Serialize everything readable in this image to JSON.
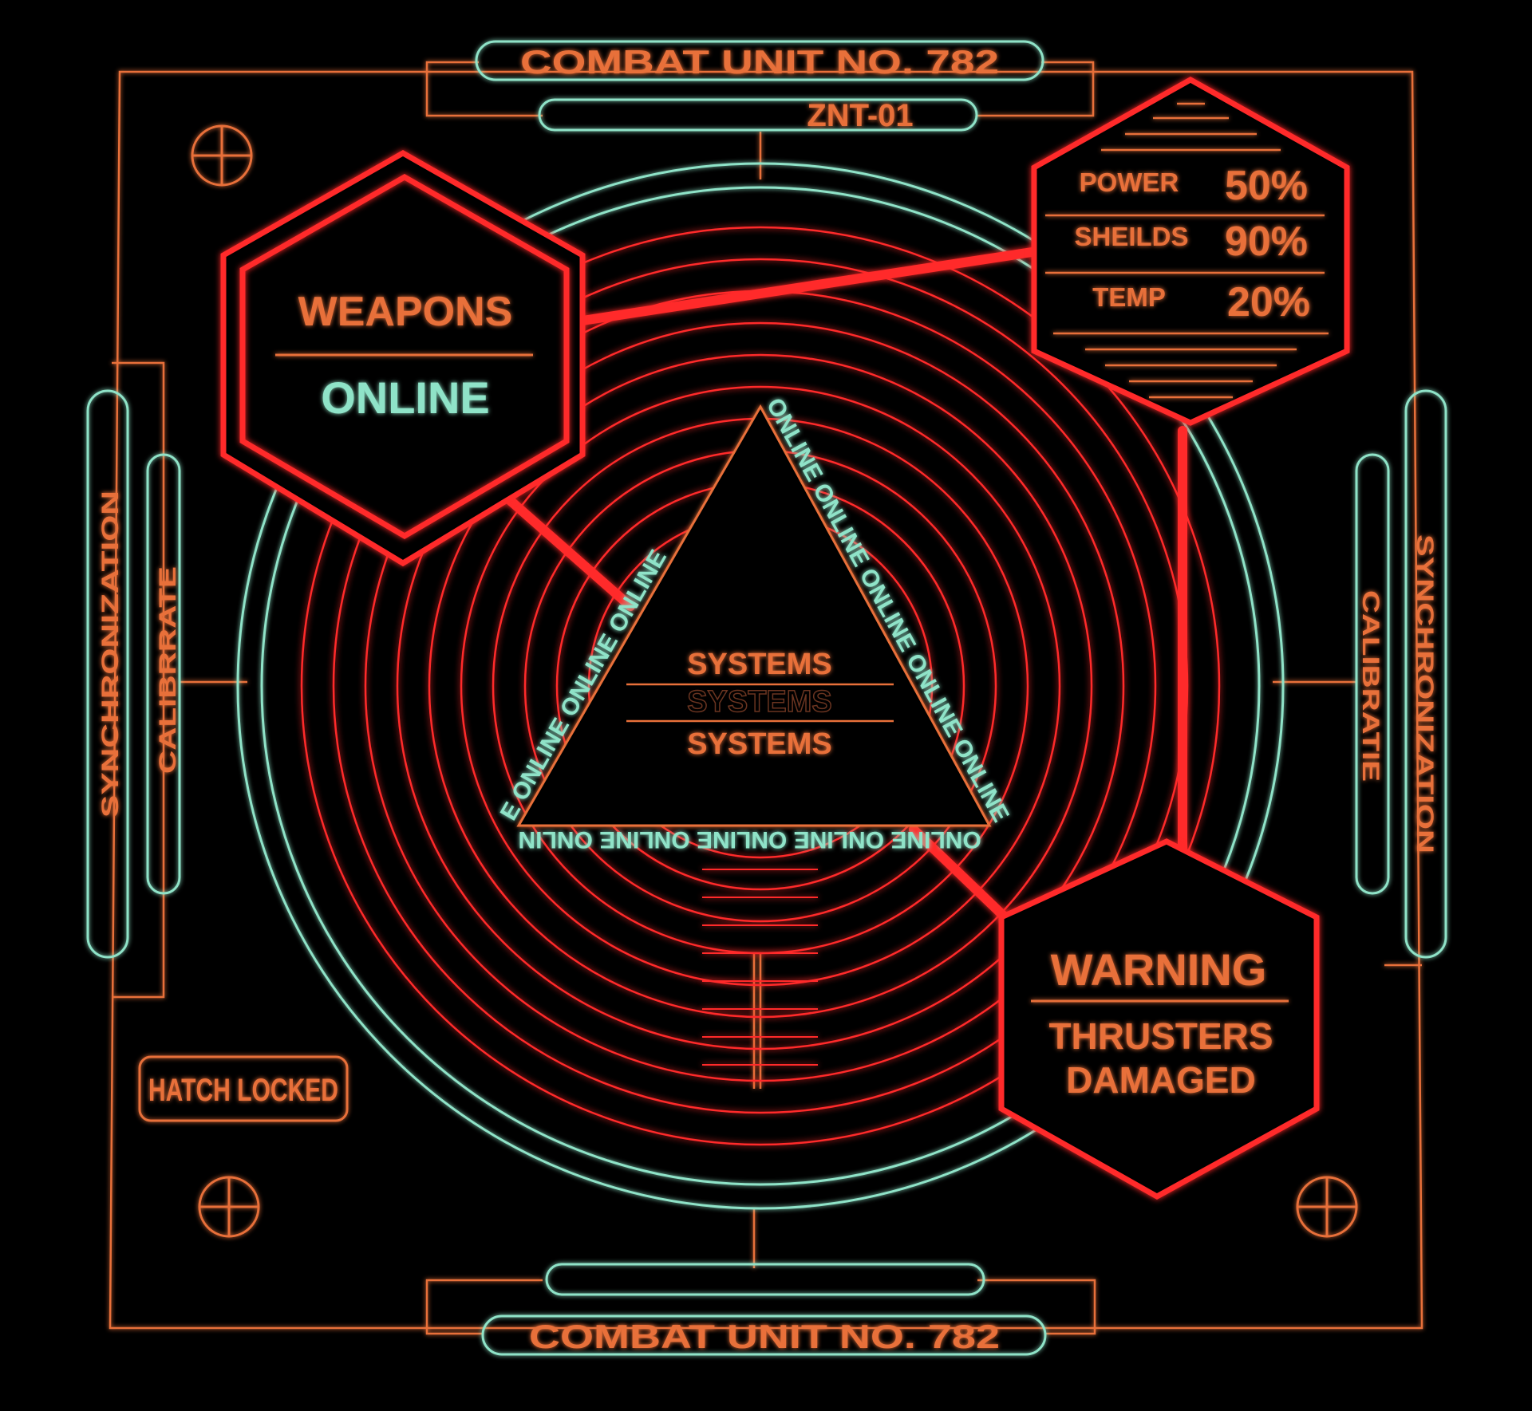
{
  "header": {
    "unit_title": "COMBAT UNIT NO. 782",
    "model_code": "ZNT-01"
  },
  "footer": {
    "unit_title": "COMBAT UNIT NO. 782"
  },
  "weapons_panel": {
    "title": "WEAPONS",
    "status": "ONLINE"
  },
  "stats_panel": {
    "rows": [
      {
        "label": "POWER",
        "value": "50%"
      },
      {
        "label": "SHEILDS",
        "value": "90%"
      },
      {
        "label": "TEMP",
        "value": "20%"
      }
    ]
  },
  "core": {
    "label_top": "SYSTEMS",
    "label_middle": "SYSTEMS",
    "label_bottom": "SYSTEMS",
    "ring_text": "ONLINE ONLINE ONLINE ONLINE ONLINE ONLINE ONLINE ONLINE ONLINE ONLINE ONLINE ONLINE ONLINE"
  },
  "warning_panel": {
    "title": "WARNING",
    "line1": "THRUSTERS",
    "line2": "DAMAGED"
  },
  "left_rail": {
    "outer_label": "SYNCHRONIZATION",
    "inner_label": "CALIBRRATE"
  },
  "right_rail": {
    "outer_label": "SYNCHRONIZATION",
    "inner_label": "CALIBRATIE"
  },
  "hatch": {
    "label": "HATCH LOCKED"
  },
  "icons": [
    "crosshair-icon",
    "crosshair-icon",
    "crosshair-icon",
    "crosshair-icon"
  ],
  "colors": {
    "background": "#000000",
    "orange": "#e8703a",
    "red": "#ff2a2a",
    "teal": "#8fe3c8"
  }
}
